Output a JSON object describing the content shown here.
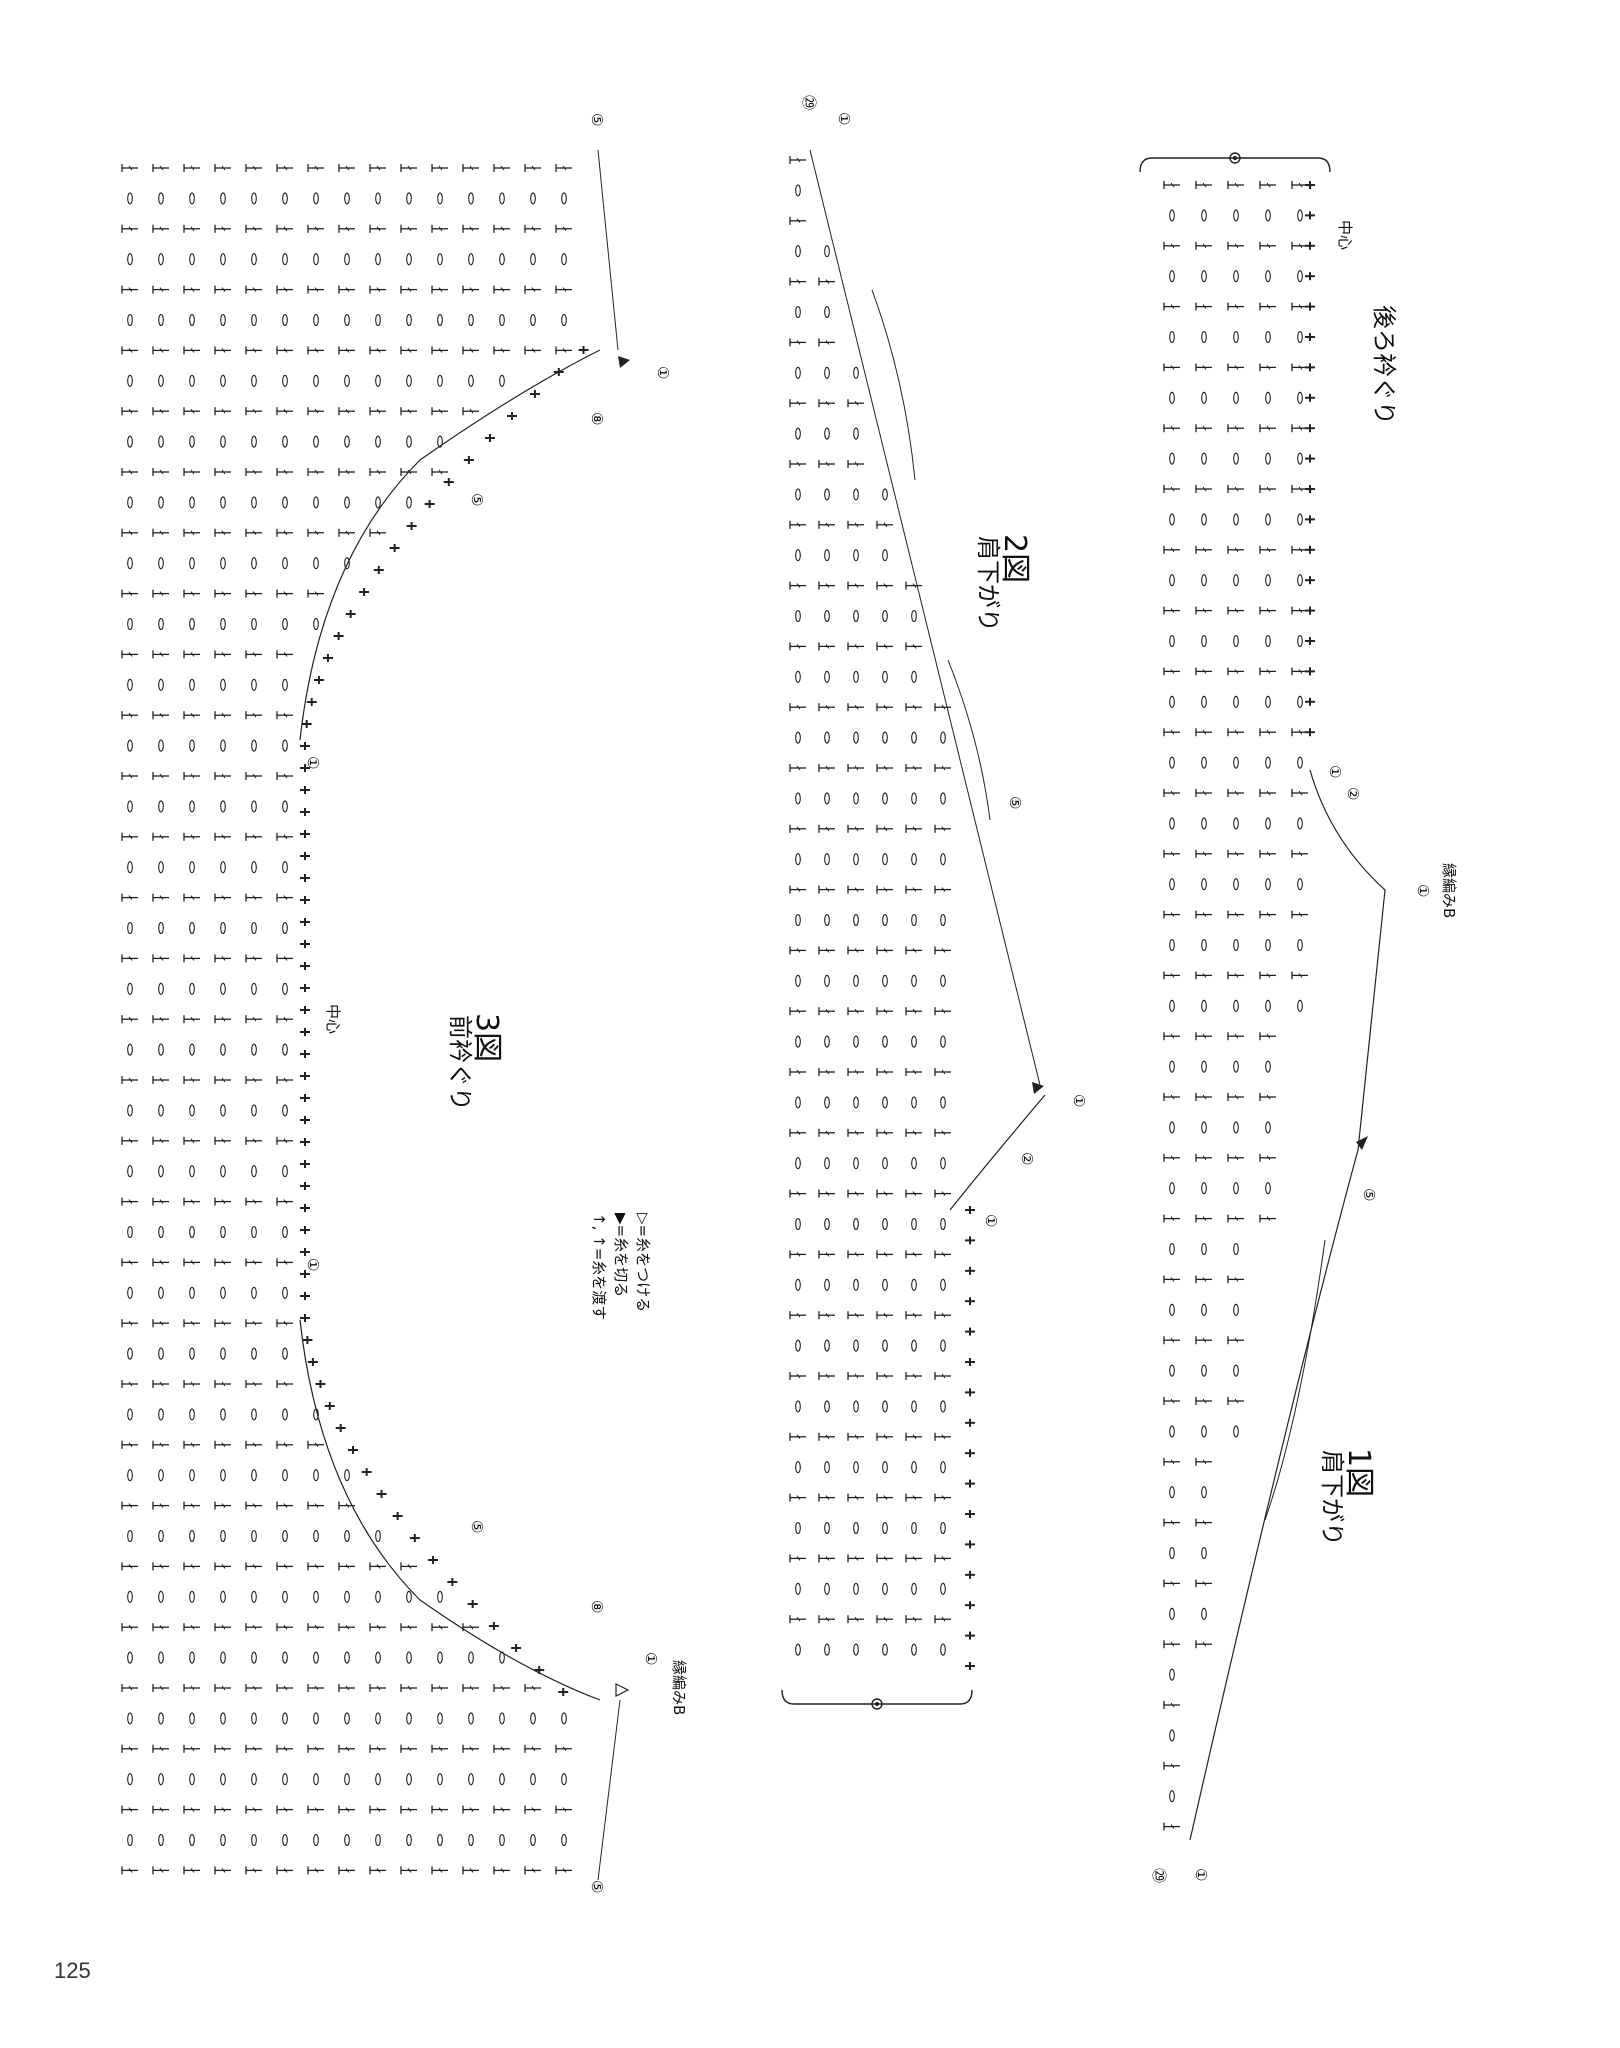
{
  "page_number": "125",
  "diagrams": [
    {
      "id": "fig1",
      "number": "1図",
      "subtitle": "肩下がり",
      "label_back_neck": "後ろ衿ぐり",
      "label_center": "中心",
      "label_edge": "縁編みB"
    },
    {
      "id": "fig2",
      "number": "2図",
      "subtitle": "肩下がり"
    },
    {
      "id": "fig3",
      "number": "3図",
      "subtitle": "前衿ぐり",
      "label_center": "中心",
      "label_edge": "縁編みB"
    }
  ],
  "legend": [
    {
      "symbol": "▷",
      "text": "=糸をつける"
    },
    {
      "symbol": "▶",
      "text": "=糸を切る"
    },
    {
      "symbol": "↑, ↑",
      "text": "=糸を渡す"
    }
  ],
  "row_markers": {
    "r1": "①",
    "r2": "②",
    "r5": "⑤",
    "r8": "⑧",
    "r29": "㉙"
  },
  "colors": {
    "ink": "#222222",
    "background": "#ffffff"
  }
}
